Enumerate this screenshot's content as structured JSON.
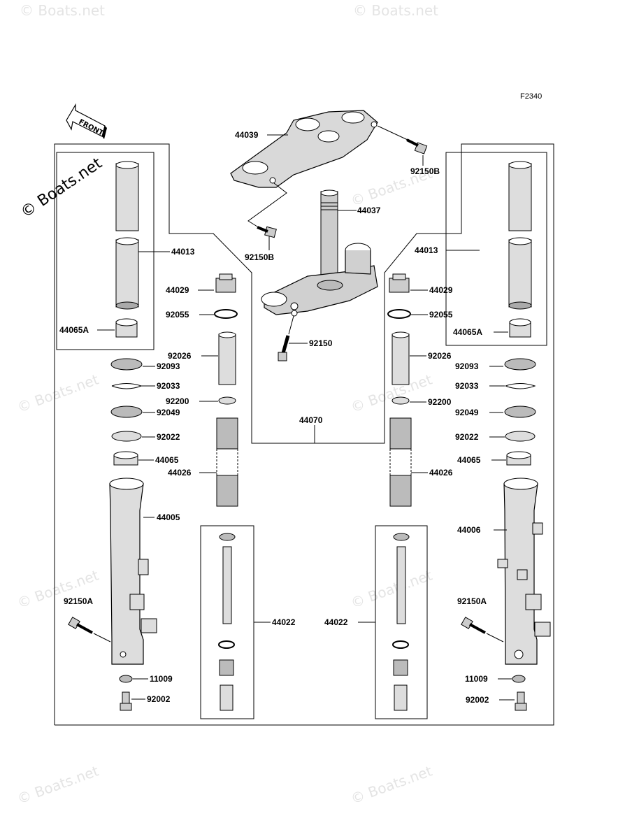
{
  "figure_code": "F2340",
  "front_label": "FRONT",
  "watermarks": {
    "main": "© Boats.net",
    "faint": "© Boats.net"
  },
  "labels": {
    "p44039": "44039",
    "p92150B_right": "92150B",
    "p44037": "44037",
    "p92150B_left": "92150B",
    "p44013_left": "44013",
    "p44013_right": "44013",
    "p44029_left": "44029",
    "p44029_right": "44029",
    "p92055_left": "92055",
    "p92055_right": "92055",
    "p92150": "92150",
    "p44065A_left": "44065A",
    "p44065A_right": "44065A",
    "p92026_left": "92026",
    "p92026_right": "92026",
    "p92093_left": "92093",
    "p92093_right": "92093",
    "p92033_left": "92033",
    "p92033_right": "92033",
    "p92200_left": "92200",
    "p92200_right": "92200",
    "p92049_left": "92049",
    "p92049_right": "92049",
    "p44070": "44070",
    "p92022_left": "92022",
    "p92022_right": "92022",
    "p44065_left": "44065",
    "p44065_right": "44065",
    "p44026_left": "44026",
    "p44026_right": "44026",
    "p44005": "44005",
    "p44006": "44006",
    "p92150A_left": "92150A",
    "p92150A_right": "92150A",
    "p44022_left": "44022",
    "p44022_right": "44022",
    "p11009_left": "11009",
    "p11009_right": "11009",
    "p92002_left": "92002",
    "p92002_right": "92002"
  }
}
